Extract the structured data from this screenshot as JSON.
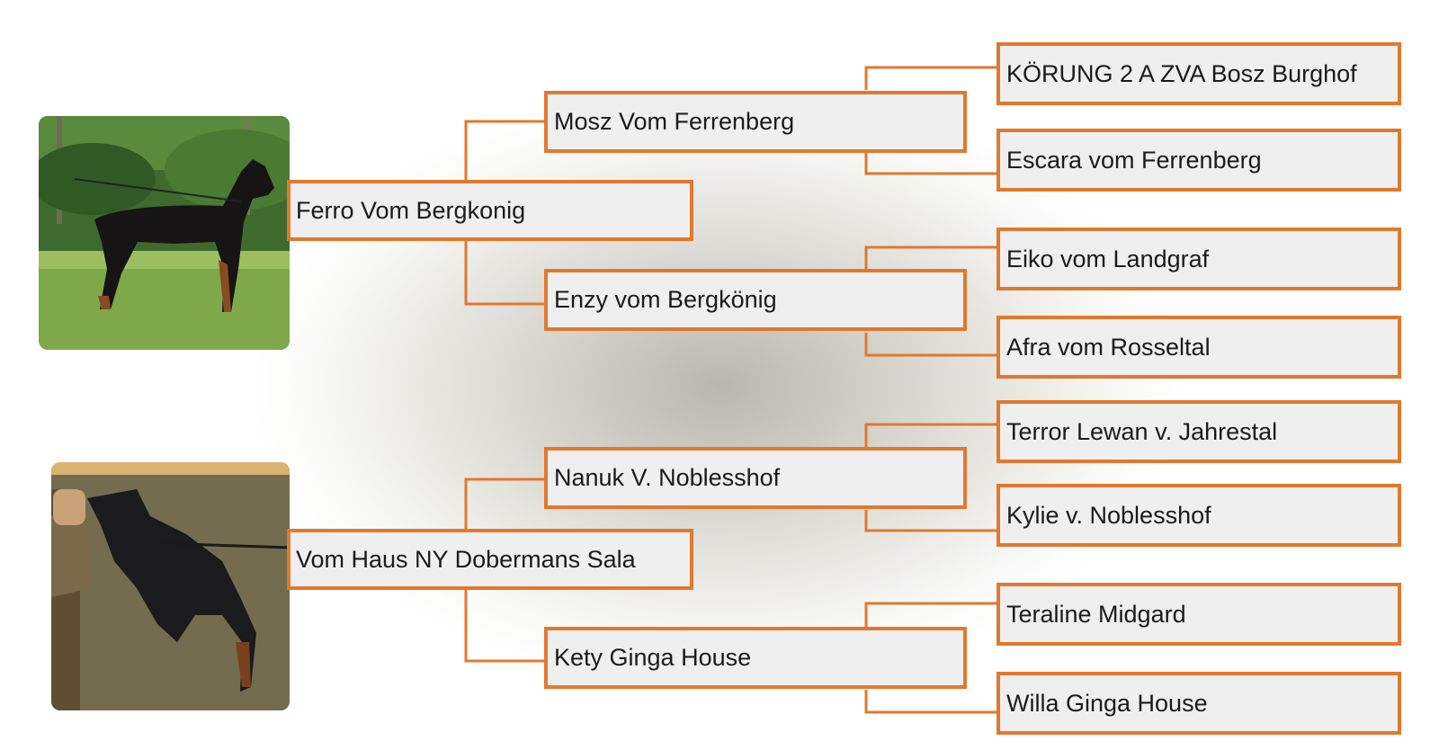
{
  "colors": {
    "accent": "#e2782c",
    "box_fill": "#efefef",
    "text": "#1b1b1b"
  },
  "images": {
    "sire_photo": "doberman-standing-on-grass-photo",
    "dam_photo": "doberman-bite-training-photo"
  },
  "pedigree": {
    "sire": {
      "name": "Ferro Vom Bergkonig",
      "sire": {
        "name": "Mosz Vom Ferrenberg",
        "sire": "KÖRUNG 2 A ZVA Bosz Burghof",
        "dam": "Escara vom Ferrenberg"
      },
      "dam": {
        "name": "Enzy vom Bergkönig",
        "sire": "Eiko vom Landgraf",
        "dam": "Afra vom Rosseltal"
      }
    },
    "dam": {
      "name": "Vom Haus NY Dobermans Sala",
      "sire": {
        "name": "Nanuk V. Noblesshof",
        "sire": "Terror Lewan v. Jahrestal",
        "dam": "Kylie v. Noblesshof"
      },
      "dam": {
        "name": "Kety Ginga House",
        "sire": "Teraline Midgard",
        "dam": "Willa Ginga House"
      }
    }
  }
}
